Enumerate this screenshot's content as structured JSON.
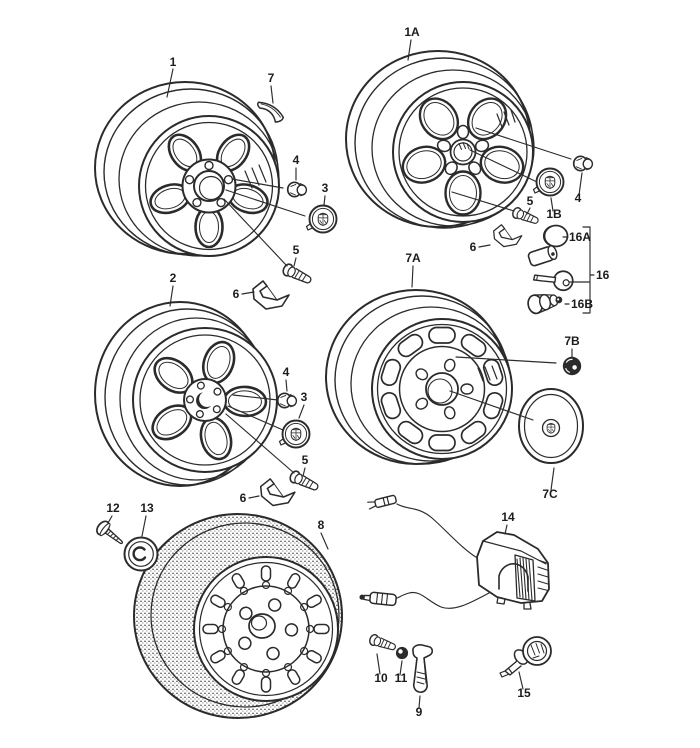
{
  "diagram": {
    "colors": {
      "background": "#ffffff",
      "line": "#2b2b2b",
      "label": "#1c1c1c"
    },
    "labels": {
      "part1": "1",
      "part7": "7",
      "part4_top": "4",
      "part3_top": "3",
      "part5_top": "5",
      "part6_top": "6",
      "part1a": "1A",
      "part4_right": "4",
      "part1b": "1B",
      "part5_right": "5",
      "part6_right": "6",
      "part16a": "16A",
      "part16": "16",
      "part16b": "16B",
      "part2": "2",
      "part4_mid": "4",
      "part3_mid": "3",
      "part5_mid": "5",
      "part6_mid": "6",
      "part7a": "7A",
      "part7b": "7B",
      "part7c": "7C",
      "part8": "8",
      "part12": "12",
      "part13": "13",
      "part14": "14",
      "part10": "10",
      "part11": "11",
      "part9": "9",
      "part15": "15"
    }
  }
}
